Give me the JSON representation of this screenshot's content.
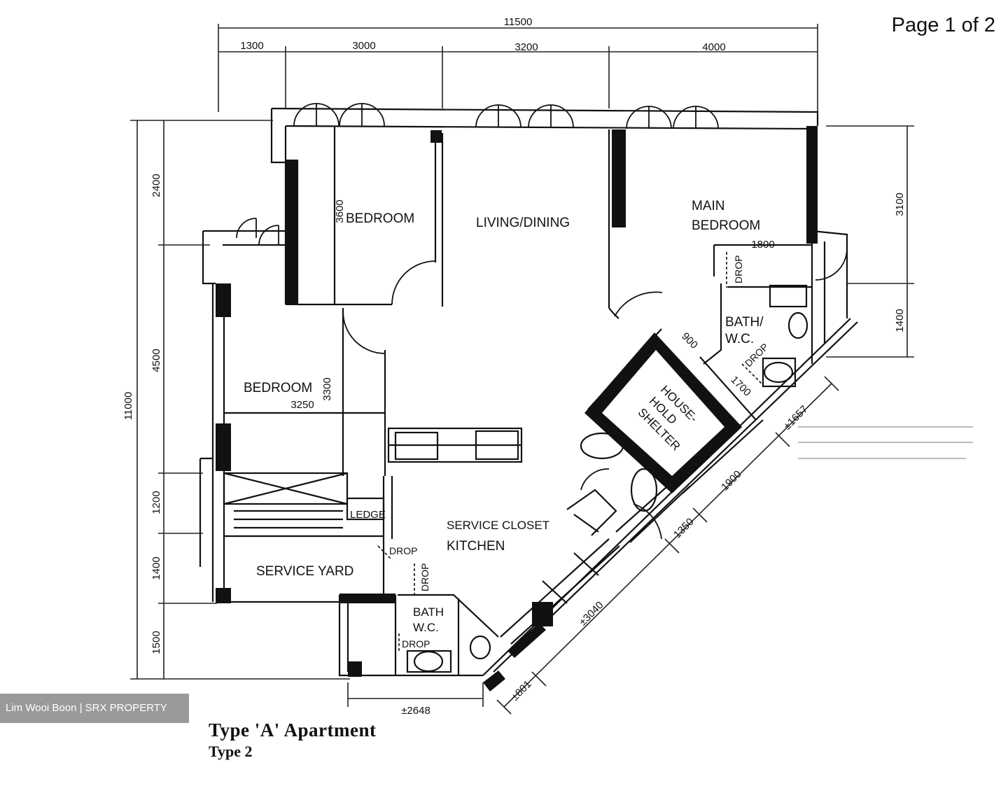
{
  "page_label": "Page 1 of 2",
  "watermark": "Lim Wooi Boon | SRX PROPERTY",
  "title": "Type 'A' Apartment",
  "subtitle": "Type 2",
  "rooms": {
    "bedroom_1": "BEDROOM",
    "living_dining": "LIVING/DINING",
    "main_bedroom_line1": "MAIN",
    "main_bedroom_line2": "BEDROOM",
    "bedroom_2": "BEDROOM",
    "household_line1": "HOUSE-",
    "household_line2": "HOLD",
    "household_line3": "SHELTER",
    "bath_wc_main_line1": "BATH/",
    "bath_wc_main_line2": "W.C.",
    "ledge": "LEDGE",
    "service_closet": "SERVICE CLOSET",
    "kitchen": "KITCHEN",
    "service_yard": "SERVICE YARD",
    "bath_wc_common_line1": "BATH",
    "bath_wc_common_line2": "W.C."
  },
  "drop_labels": {
    "main_bedroom_drop": "DROP",
    "bath_main_drop": "DROP",
    "kitchen_drop": "DROP",
    "yard_drop": "DROP",
    "bath_common_drop": "DROP"
  },
  "dimensions": {
    "top_total": "11500",
    "top_1": "1300",
    "top_2": "3000",
    "top_3": "3200",
    "top_4": "4000",
    "left_total": "11000",
    "left_1": "2400",
    "left_2": "4500",
    "left_3": "1200",
    "left_4": "1400",
    "left_5": "1500",
    "right_1": "3100",
    "right_2": "1400",
    "bedroom1_depth": "3600",
    "bedroom2_depth": "3300",
    "bedroom2_width": "3250",
    "main_bed_wardrobe": "1800",
    "shelter_side": "900",
    "bath_width": "1700",
    "diag_1": "±1657",
    "diag_2": "1900",
    "diag_3": "1350",
    "diag_4": "±3040",
    "diag_5": "±801",
    "bottom_1": "±2648"
  }
}
